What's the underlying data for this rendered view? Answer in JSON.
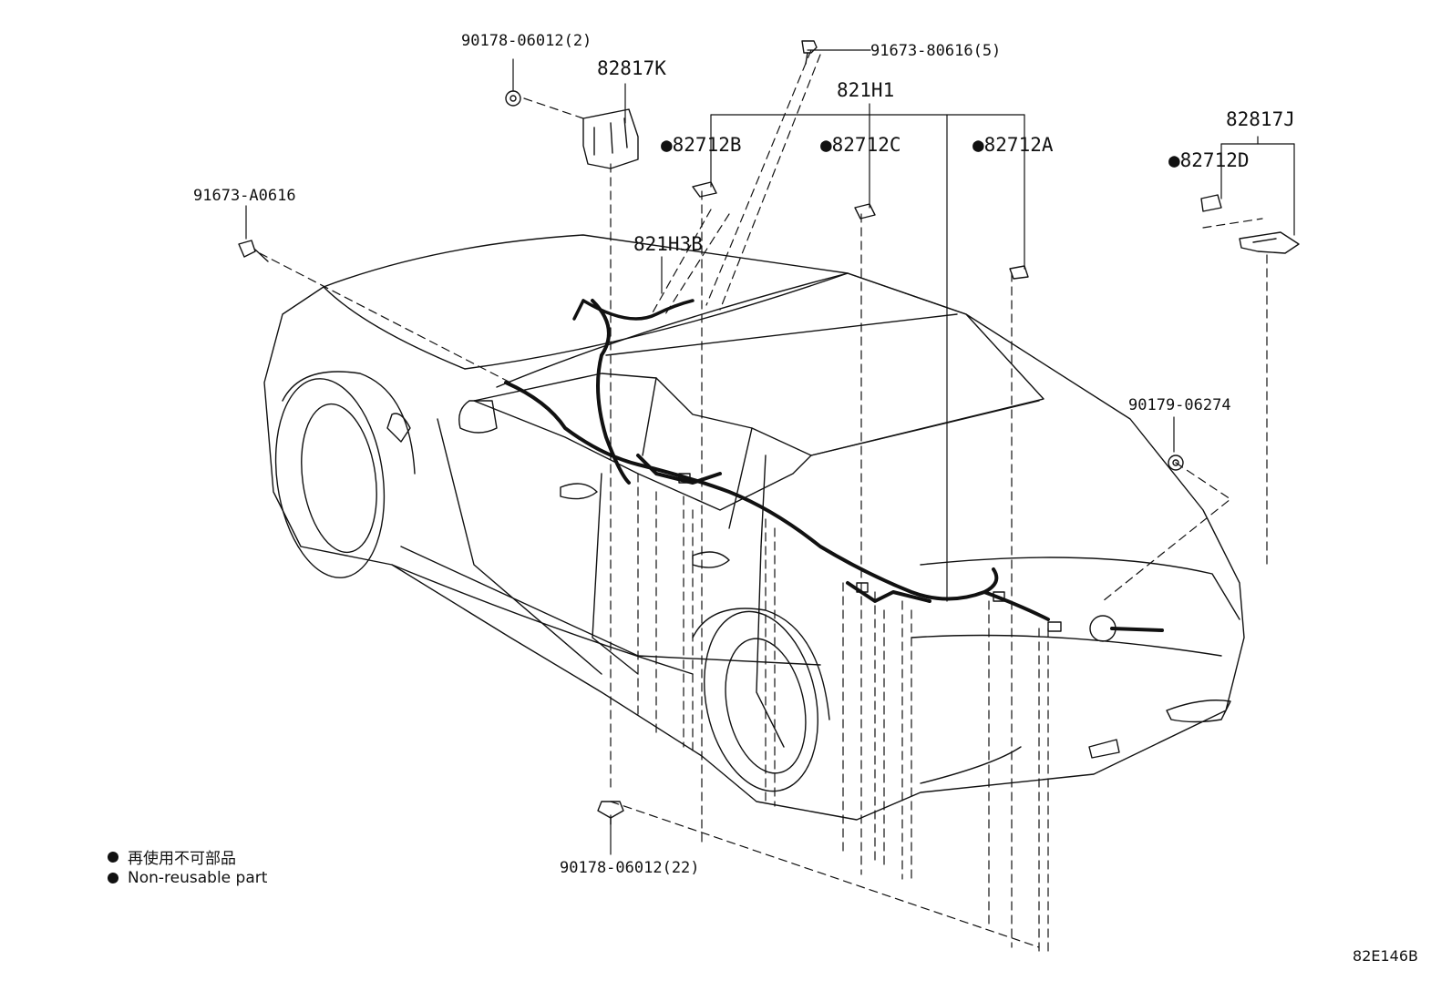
{
  "figure_code": "82E146B",
  "legend": {
    "symbol": "●",
    "japanese": "再使用不可部品",
    "english": "Non-reusable part"
  },
  "parts": {
    "bolt_top_right": "91673-80616(5)",
    "clip_top": "90178-06012(2)",
    "bracket_k": "82817K",
    "harness_main": "821H1",
    "bracket_j": "82817J",
    "clamp_b": "●82712B",
    "clamp_c": "●82712C",
    "clamp_a": "●82712A",
    "clamp_d": "●82712D",
    "bolt_left": "91673-A0616",
    "harness_sub": "821H3B",
    "nut_right": "90179-06274",
    "clip_bottom": "90178-06012(22)"
  }
}
